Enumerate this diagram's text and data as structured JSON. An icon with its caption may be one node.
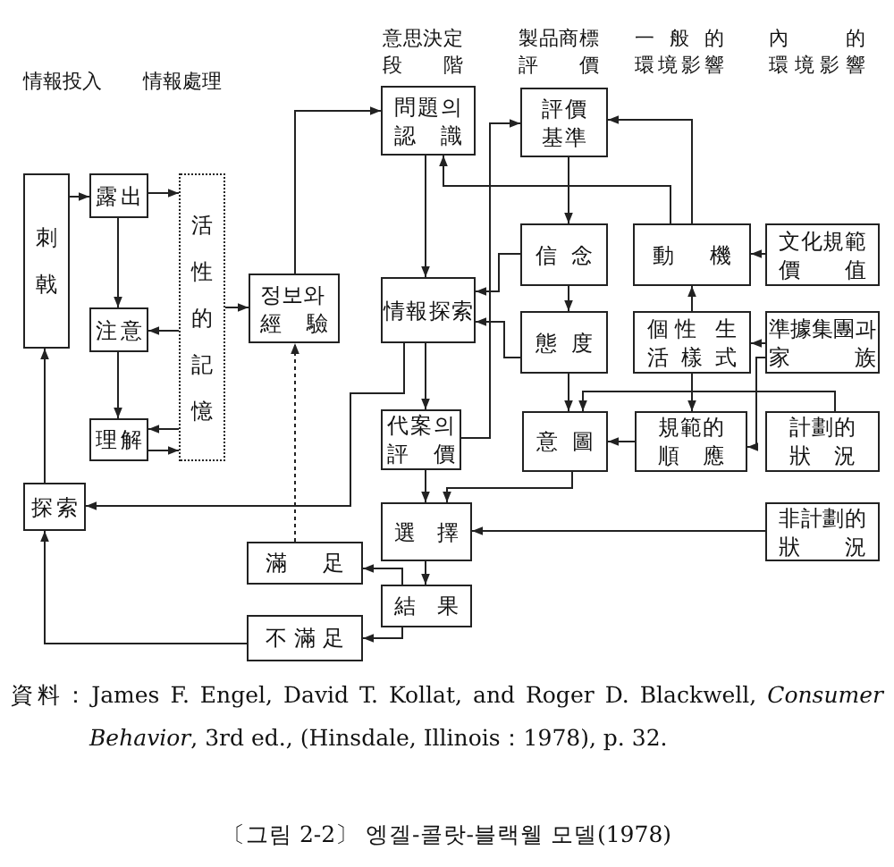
{
  "diagram": {
    "caption": "〔그림 2-2〕 엥겔-콜랏-블랙웰 모델(1978)",
    "nodes": [
      {
        "text": [
          "刺戟"
        ]
      },
      {
        "text": [
          "露出"
        ]
      },
      {
        "text": [
          "注意"
        ]
      },
      {
        "text": [
          "理解"
        ]
      },
      {
        "text": [
          "活性的記憶"
        ]
      },
      {
        "text": [
          "정보와 經驗"
        ]
      },
      {
        "text": [
          "探索"
        ]
      },
      {
        "text": [
          "問題의 認識"
        ]
      },
      {
        "text": [
          "評價基準"
        ]
      },
      {
        "text": [
          "信念"
        ]
      },
      {
        "text": [
          "動機"
        ]
      },
      {
        "text": [
          "文化規範價值"
        ]
      },
      {
        "text": [
          "情報探索"
        ]
      },
      {
        "text": [
          "態度"
        ]
      },
      {
        "text": [
          "個性 生活樣式"
        ]
      },
      {
        "text": [
          "準據集團과 家族"
        ]
      },
      {
        "text": [
          "代案의 評價"
        ]
      },
      {
        "text": [
          "意圖"
        ]
      },
      {
        "text": [
          "規範的順應"
        ]
      },
      {
        "text": [
          "計劃的狀況"
        ]
      },
      {
        "text": [
          "選擇"
        ]
      },
      {
        "text": [
          "非計劃的狀況"
        ]
      },
      {
        "text": [
          "滿足"
        ]
      },
      {
        "text": [
          "結果"
        ]
      },
      {
        "text": [
          "不滿足"
        ]
      }
    ],
    "edges": [
      {
        "from": 0,
        "to": 1,
        "arrow": "to"
      },
      {
        "from": 1,
        "to": 2,
        "arrow": "to"
      },
      {
        "from": 2,
        "to": 3,
        "arrow": "to"
      },
      {
        "from": 1,
        "to": 4,
        "arrow": "to"
      },
      {
        "from": 4,
        "to": 2,
        "arrow": "to"
      },
      {
        "from": 4,
        "to": 3,
        "arrow": "to"
      },
      {
        "from": 3,
        "to": 4,
        "arrow": "to"
      },
      {
        "from": 4,
        "to": 5,
        "arrow": "to"
      },
      {
        "from": 5,
        "to": 7,
        "arrow": "to"
      },
      {
        "from": 22,
        "to": 5,
        "arrow": "to",
        "style": "dashed"
      },
      {
        "from": 7,
        "to": 12,
        "arrow": "to"
      },
      {
        "from": 10,
        "to": 7,
        "arrow": "to"
      },
      {
        "from": 10,
        "to": 8,
        "arrow": "to"
      },
      {
        "from": 8,
        "to": 9,
        "arrow": "to"
      },
      {
        "from": 9,
        "to": 13,
        "arrow": "to"
      },
      {
        "from": 13,
        "to": 17,
        "arrow": "to"
      },
      {
        "from": 9,
        "to": 12,
        "arrow": "to"
      },
      {
        "from": 13,
        "to": 12,
        "arrow": "to"
      },
      {
        "from": 16,
        "to": 8,
        "arrow": "to"
      },
      {
        "from": 12,
        "to": 16,
        "arrow": "to"
      },
      {
        "from": 12,
        "to": 6,
        "arrow": "to"
      },
      {
        "from": 16,
        "to": 20,
        "arrow": "to"
      },
      {
        "from": 17,
        "to": 20,
        "arrow": "to"
      },
      {
        "from": 14,
        "to": 10,
        "arrow": "to"
      },
      {
        "from": 11,
        "to": 10,
        "arrow": "to"
      },
      {
        "from": 15,
        "to": 14,
        "arrow": "to"
      },
      {
        "from": 15,
        "to": 18,
        "arrow": "to"
      },
      {
        "from": 14,
        "to": 18,
        "arrow": "to"
      },
      {
        "from": 18,
        "to": 17,
        "arrow": "to"
      },
      {
        "from": 19,
        "to": 17,
        "arrow": "to"
      },
      {
        "from": 21,
        "to": 20,
        "arrow": "to"
      },
      {
        "from": 20,
        "to": 23,
        "arrow": "to"
      },
      {
        "from": 23,
        "to": 22,
        "arrow": "to"
      },
      {
        "from": 23,
        "to": 24,
        "arrow": "to"
      },
      {
        "from": 24,
        "to": 6,
        "arrow": "to"
      },
      {
        "from": 6,
        "to": 0,
        "arrow": "to"
      }
    ],
    "labels": [
      "情報投入",
      "情報處理",
      "意思決定段階",
      "製品商標評價",
      "一般的環境影響",
      "內的環境影響",
      "資料：James F. Engel, David T. Kollat, and Roger D. Blackwell, *Consumer Behavior*, 3rd ed., (Hinsdale, Illinois：1978), p. 32."
    ]
  }
}
